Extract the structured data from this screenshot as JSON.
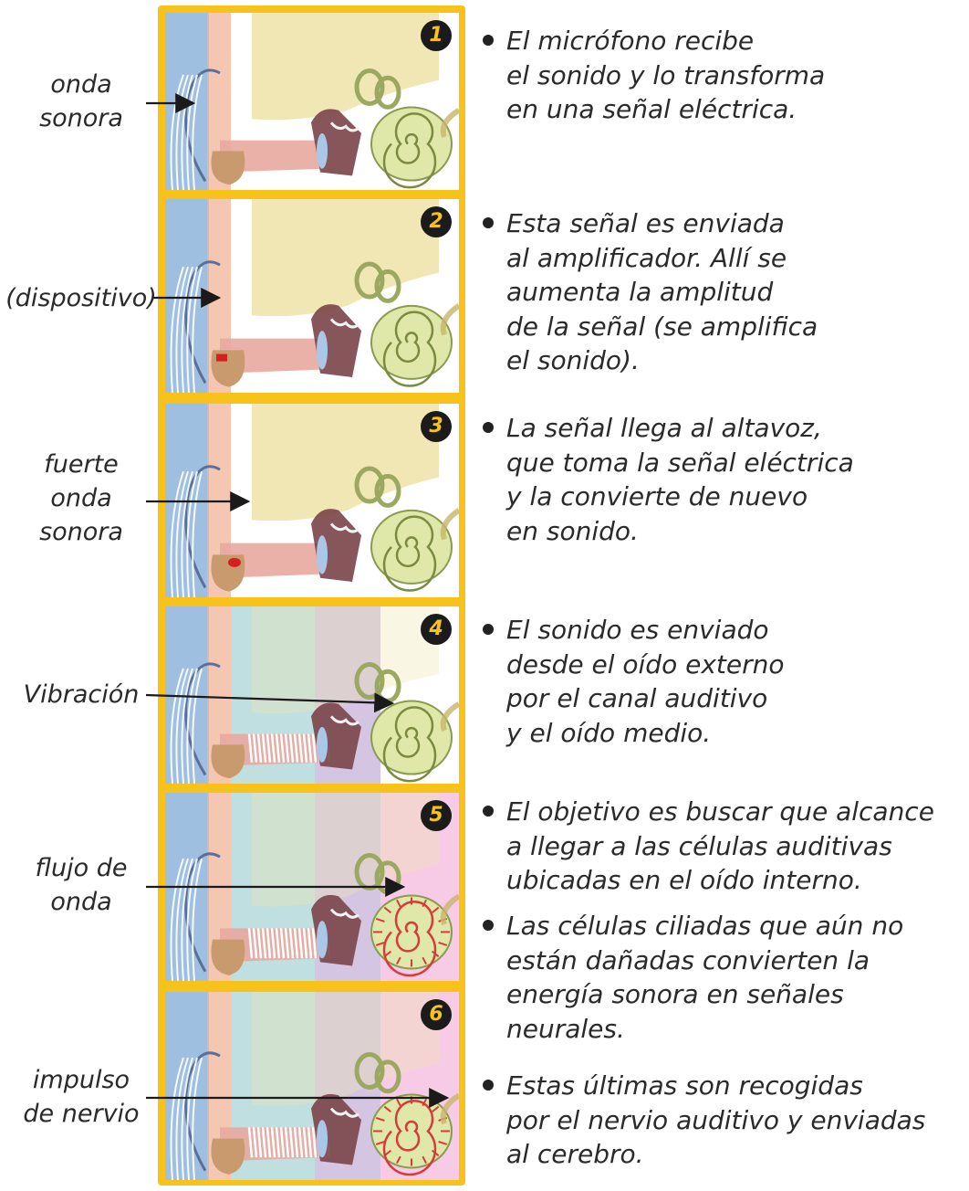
{
  "labels": [
    {
      "text": "onda\nsonora"
    },
    {
      "text": "(dispositivo)"
    },
    {
      "text": "fuerte\nonda\nsonora"
    },
    {
      "text": "Vibración"
    },
    {
      "text": "flujo de\nonda"
    },
    {
      "text": "impulso\nde nervio"
    }
  ],
  "steps": [
    {
      "number": "1"
    },
    {
      "number": "2"
    },
    {
      "number": "3"
    },
    {
      "number": "4"
    },
    {
      "number": "5"
    },
    {
      "number": "6"
    }
  ],
  "descriptions": [
    {
      "text": "El micrófono recibe\nel sonido y lo transforma\nen una señal eléctrica."
    },
    {
      "text": "Esta señal es enviada\nal amplificador.  Allí se\naumenta la amplitud\nde la señal (se amplifica\nel sonido)."
    },
    {
      "text": "La señal llega al altavoz,\nque toma la señal eléctrica\ny la convierte de nuevo\nen sonido."
    },
    {
      "text": "El sonido es enviado\ndesde el oído externo\npor el canal auditivo\ny el oído medio."
    },
    {
      "text": "El objetivo es buscar que alcance\na llegar a las células auditivas\nubicadas en el oído interno."
    },
    {
      "text": "Las células ciliadas que aún no\nestán dañadas convierten la\nenergía sonora en señales neurales."
    },
    {
      "text": "Estas últimas son recogidas\npor el nervio auditivo y enviadas\nal cerebro."
    }
  ],
  "colors": {
    "frame": "#f7c21a",
    "badge": "#1b1b1b",
    "outer_band": "#9fbfe0",
    "skin": "#f2b49a",
    "bone": "#efe6b0",
    "canal": "#e8a8a0",
    "cochlea": "#dfe8a8",
    "middle_ear": "#7a4448",
    "hearing_aid": "#c99a6e",
    "teal_zone": "#8cc4c6",
    "purple_zone": "#b79ed0",
    "pink_zone": "#f2a8d4"
  }
}
